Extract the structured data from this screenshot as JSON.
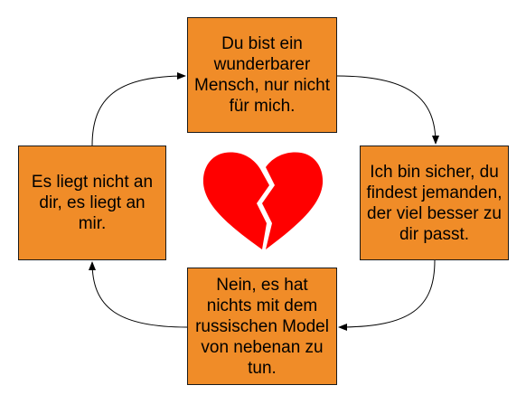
{
  "diagram": {
    "boxes": {
      "top": "Du bist ein wunderbarer Mensch, nur nicht für mich.",
      "right": "Ich bin sicher, du findest jemanden, der viel besser zu dir passt.",
      "bottom": "Nein, es hat nichts mit dem russischen Model von nebenan zu tun.",
      "left": "Es liegt nicht an dir, es liegt an mir."
    },
    "center_icon": "broken-heart-icon",
    "colors": {
      "box_fill": "#f08c28",
      "box_border": "#1a1a1a",
      "heart": "#ff0000",
      "arrow": "#000000"
    }
  }
}
